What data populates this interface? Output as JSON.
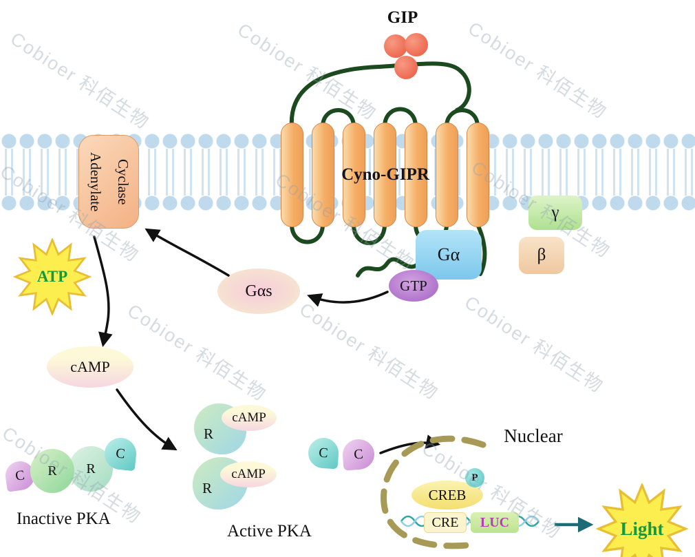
{
  "watermark": {
    "text": "Cobioer 科佰生物"
  },
  "ligand": {
    "label": "GIP"
  },
  "receptor": {
    "label": "Cyno-GIPR"
  },
  "proteins": {
    "adenylate_cyclase": "Adenylate\nCyclase",
    "g_alpha": "Gα",
    "gamma": "γ",
    "beta": "β",
    "gas": "Gαs",
    "gtp": "GTP",
    "atp": "ATP",
    "camp": "cAMP"
  },
  "pka": {
    "inactive_label": "Inactive PKA",
    "active_label": "Active PKA",
    "r_subunit": "R",
    "c_subunit": "C",
    "camp": "cAMP"
  },
  "nucleus": {
    "label": "Nuclear",
    "creb": "CREB",
    "phospho": "P",
    "cre": "CRE",
    "luc": "LUC"
  },
  "output": {
    "label": "Light"
  },
  "colors": {
    "membrane": "#BFDAED",
    "helix": "#F5AE66",
    "receptor_loop": "#1B4A1E",
    "arrow": "#111111",
    "teal_arrow": "#1D6B74",
    "nuclear_envelope": "#A79A57",
    "dna_strand1": "#2AA8A0",
    "dna_strand2": "#8FD0E8",
    "star_fill": "#FCEE4F",
    "star_stroke": "#E8BE35",
    "atp_text": "#149A3E",
    "light_text": "#149A3E",
    "luc_text": "#B43FB0",
    "gip_ball": "#EE6A52"
  }
}
